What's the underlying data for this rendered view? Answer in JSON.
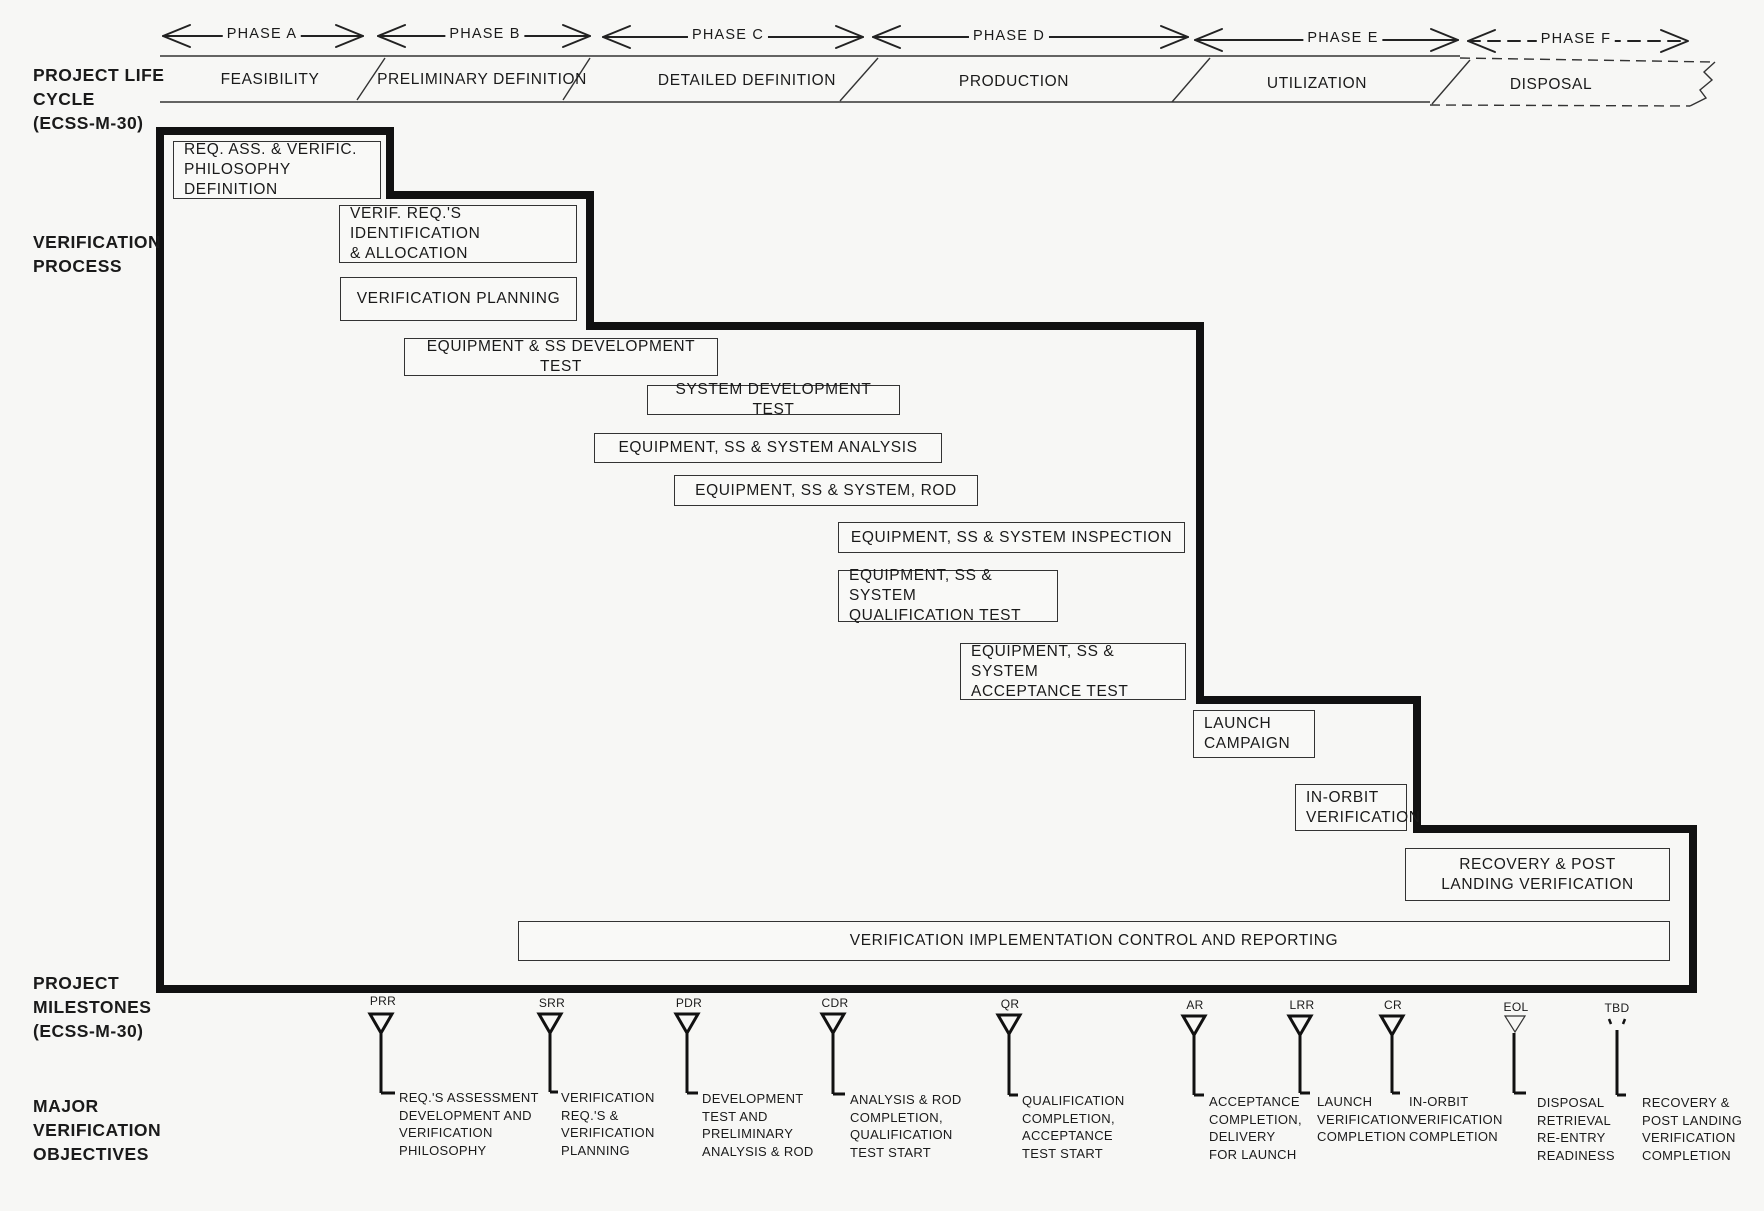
{
  "labels": {
    "life_cycle": "PROJECT LIFE\nCYCLE\n(ECSS-M-30)",
    "verification_process": "VERIFICATION\nPROCESS",
    "milestones": "PROJECT\nMILESTONES\n(ECSS-M-30)",
    "objectives": "MAJOR\nVERIFICATION\nOBJECTIVES"
  },
  "phases": [
    "PHASE  A",
    "PHASE  B",
    "PHASE  C",
    "PHASE  D",
    "PHASE  E",
    "PHASE  F"
  ],
  "life_cycle": [
    "FEASIBILITY",
    "PRELIMINARY  DEFINITION",
    "DETAILED  DEFINITION",
    "PRODUCTION",
    "UTILIZATION",
    "DISPOSAL"
  ],
  "activities": [
    "REQ.  ASS.  &  VERIFIC.\nPHILOSOPHY  DEFINITION",
    "VERIF.  REQ.'S  IDENTIFICATION\n&  ALLOCATION",
    "VERIFICATION  PLANNING",
    "EQUIPMENT  &  SS  DEVELOPMENT  TEST",
    "SYSTEM  DEVELOPMENT  TEST",
    "EQUIPMENT,  SS  &  SYSTEM  ANALYSIS",
    "EQUIPMENT,  SS  &  SYSTEM,  ROD",
    "EQUIPMENT,  SS  &  SYSTEM  INSPECTION",
    "EQUIPMENT,  SS  &  SYSTEM\nQUALIFICATION  TEST",
    "EQUIPMENT,  SS  &  SYSTEM\nACCEPTANCE  TEST",
    "LAUNCH\nCAMPAIGN",
    "IN-ORBIT\nVERIFICATION",
    "RECOVERY  &  POST\nLANDING  VERIFICATION",
    "VERIFICATION  IMPLEMENTATION  CONTROL  AND  REPORTING"
  ],
  "milestones": [
    {
      "code": "PRR",
      "objective": "REQ.'S  ASSESSMENT\nDEVELOPMENT  AND\nVERIFICATION\nPHILOSOPHY"
    },
    {
      "code": "SRR",
      "objective": "VERIFICATION\nREQ.'S  &\nVERIFICATION\nPLANNING"
    },
    {
      "code": "PDR",
      "objective": "DEVELOPMENT\nTEST  AND\nPRELIMINARY\nANALYSIS  &  ROD"
    },
    {
      "code": "CDR",
      "objective": "ANALYSIS  &  ROD\nCOMPLETION,\nQUALIFICATION\nTEST  START"
    },
    {
      "code": "QR",
      "objective": "QUALIFICATION\nCOMPLETION,\nACCEPTANCE\nTEST  START"
    },
    {
      "code": "AR",
      "objective": "ACCEPTANCE\nCOMPLETION,\nDELIVERY\nFOR  LAUNCH"
    },
    {
      "code": "LRR",
      "objective": "LAUNCH\nVERIFICATION\nCOMPLETION"
    },
    {
      "code": "CR",
      "objective": "IN-ORBIT\nVERIFICATION\nCOMPLETION"
    },
    {
      "code": "EOL",
      "objective": "DISPOSAL\nRETRIEVAL\nRE-ENTRY\nREADINESS"
    },
    {
      "code": "TBD",
      "objective": "RECOVERY  &\nPOST  LANDING\nVERIFICATION\nCOMPLETION"
    }
  ]
}
